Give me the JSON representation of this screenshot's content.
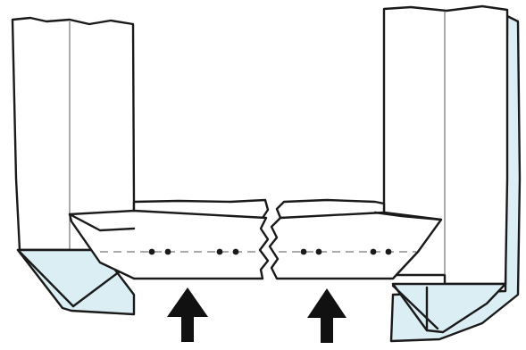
{
  "diagram": {
    "kind": "origami-fold-step",
    "figure_text": "",
    "colors": {
      "ink": "#1a1a1a",
      "paper": "#ffffff",
      "shade": "#dbeef4",
      "arrow": "#111111"
    },
    "arrows": [
      {
        "name": "push-up-arrow-left",
        "direction": "up"
      },
      {
        "name": "push-up-arrow-right",
        "direction": "up"
      }
    ],
    "left_tab_dots": 4,
    "right_tab_dots": 4
  }
}
